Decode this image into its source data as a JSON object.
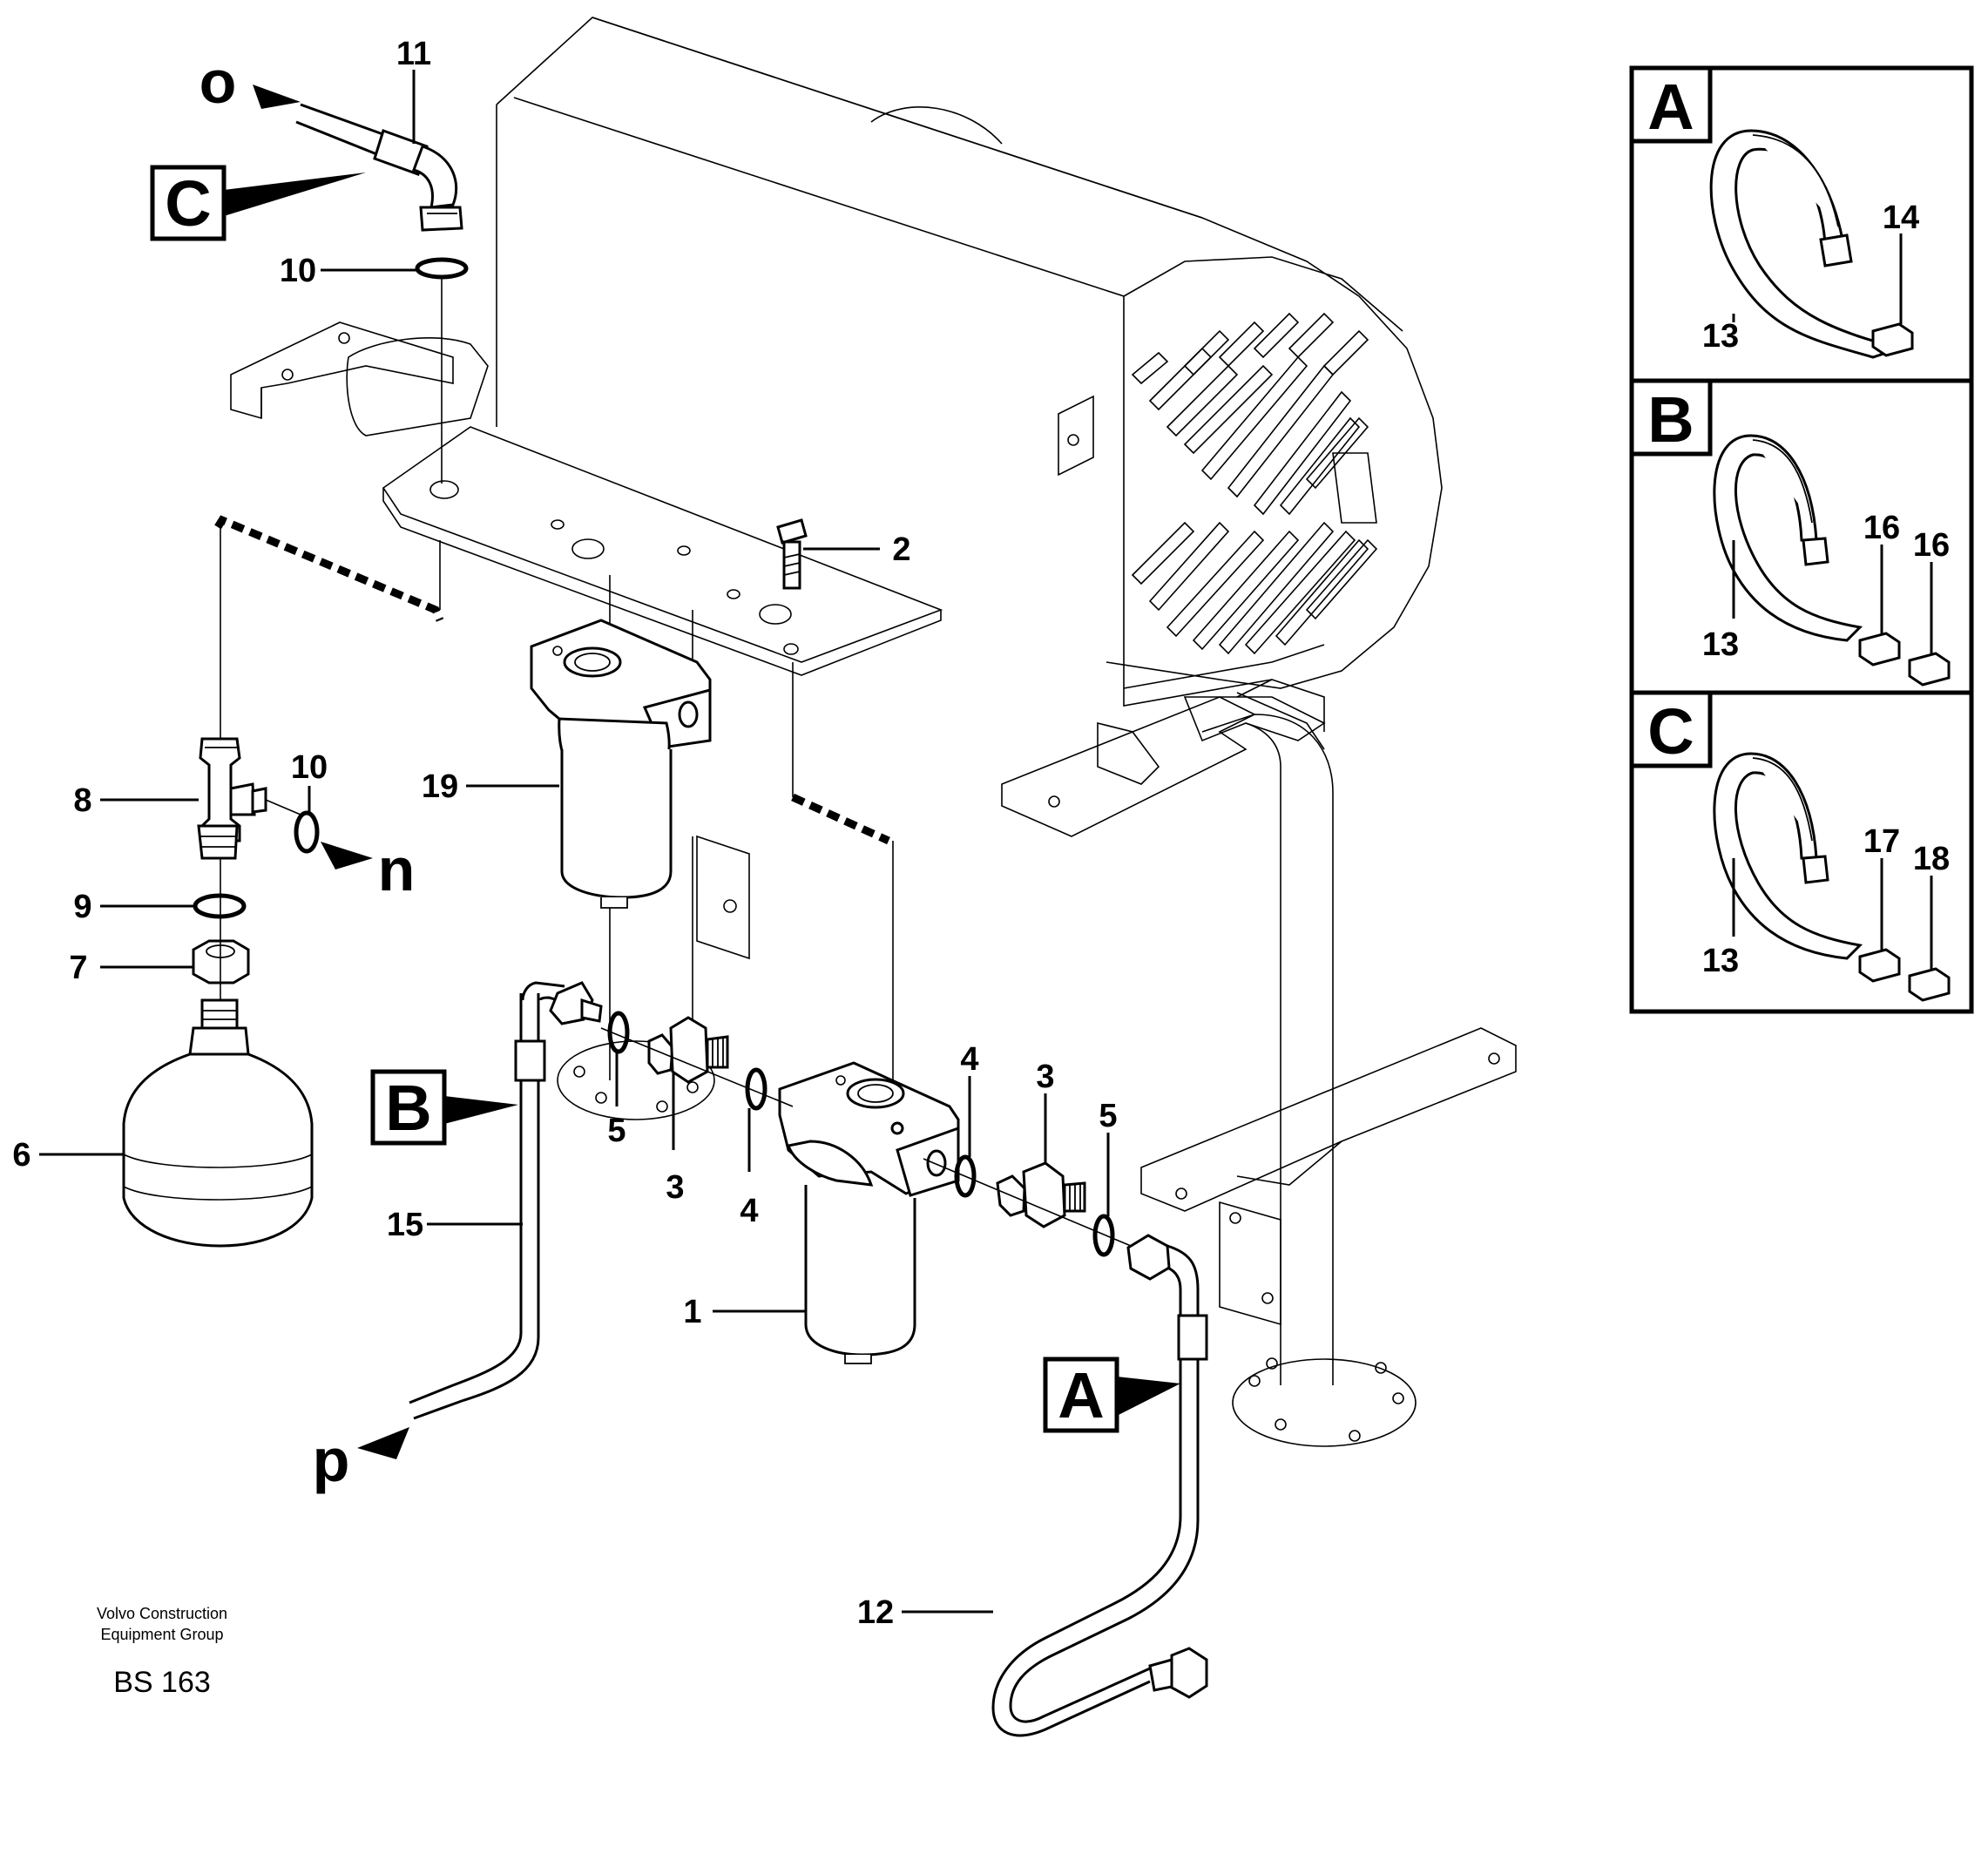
{
  "part_labels": {
    "p1": "1",
    "p2": "2",
    "p3a": "3",
    "p3b": "3",
    "p4a": "4",
    "p4b": "4",
    "p5a": "5",
    "p5b": "5",
    "p6": "6",
    "p7": "7",
    "p8": "8",
    "p9": "9",
    "p10a": "10",
    "p10b": "10",
    "p11": "11",
    "p12": "12",
    "p15": "15",
    "p19": "19"
  },
  "connection_labels": {
    "o": "o",
    "n": "n",
    "p": "p"
  },
  "callout_boxes": {
    "A": "A",
    "B": "B",
    "C": "C"
  },
  "detail_panels": [
    {
      "letter": "A",
      "labels": [
        "13",
        "14"
      ]
    },
    {
      "letter": "B",
      "labels": [
        "13",
        "16",
        "16"
      ]
    },
    {
      "letter": "C",
      "labels": [
        "13",
        "17",
        "18"
      ]
    }
  ],
  "footer": {
    "company_line1": "Volvo Construction",
    "company_line2": "Equipment Group",
    "code": "BS 163"
  }
}
